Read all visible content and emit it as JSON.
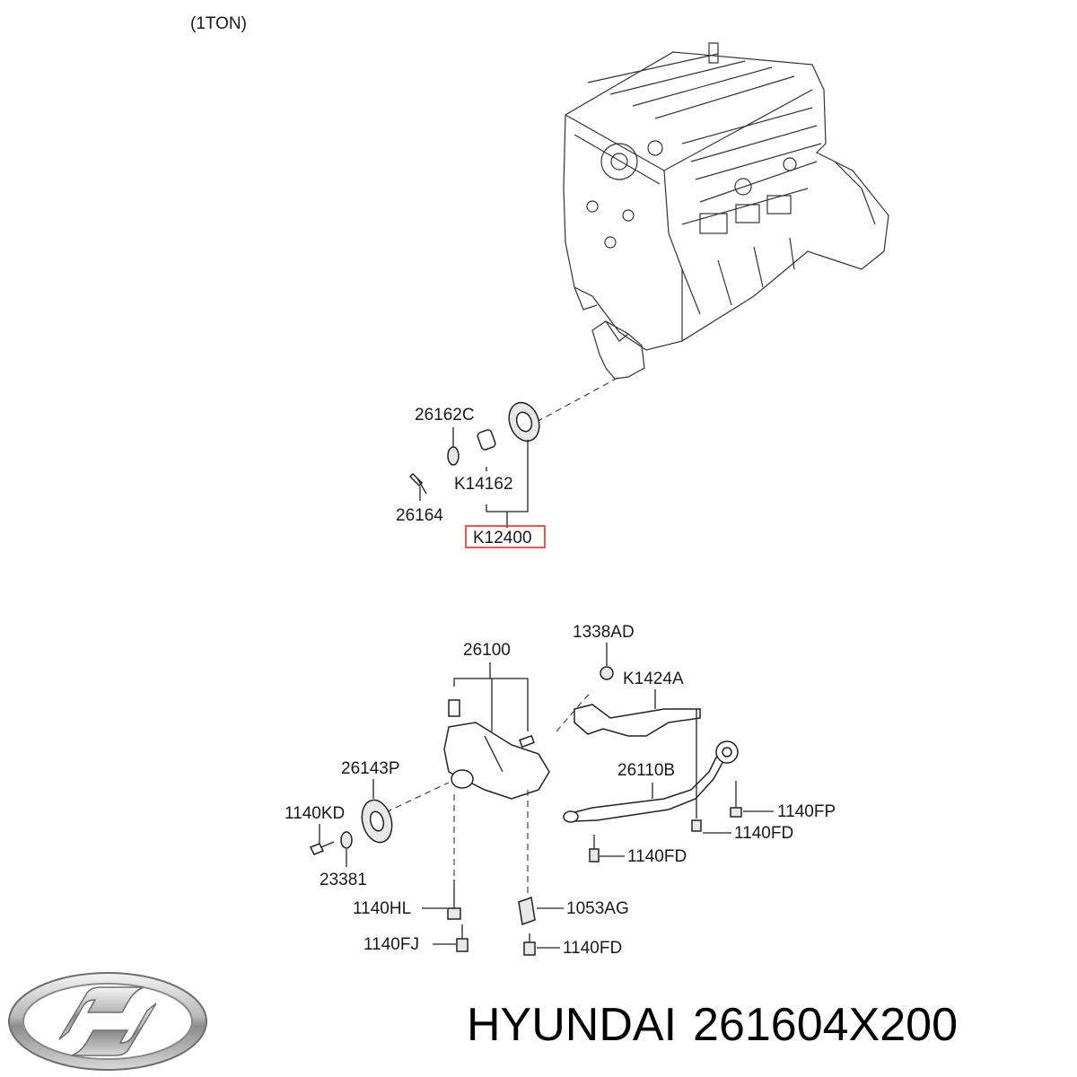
{
  "header": {
    "variant_note": "(1TON)"
  },
  "callouts": {
    "c_26162C": "26162C",
    "c_K14162": "K14162",
    "c_26164": "26164",
    "c_K12400": "K12400",
    "c_26100": "26100",
    "c_1338AD": "1338AD",
    "c_K1424A": "K1424A",
    "c_26143P": "26143P",
    "c_26110B": "26110B",
    "c_1140KD": "1140KD",
    "c_1140FP": "1140FP",
    "c_1140FD_a": "1140FD",
    "c_23381": "23381",
    "c_1140FD_b": "1140FD",
    "c_1140HL": "1140HL",
    "c_1053AG": "1053AG",
    "c_1140FJ": "1140FJ",
    "c_1140FD_c": "1140FD"
  },
  "highlight_color": "#e03030",
  "footer": {
    "brand": "HYUNDAI",
    "part_number": "261604X200"
  },
  "logo": {
    "icon": "hyundai-logo"
  }
}
